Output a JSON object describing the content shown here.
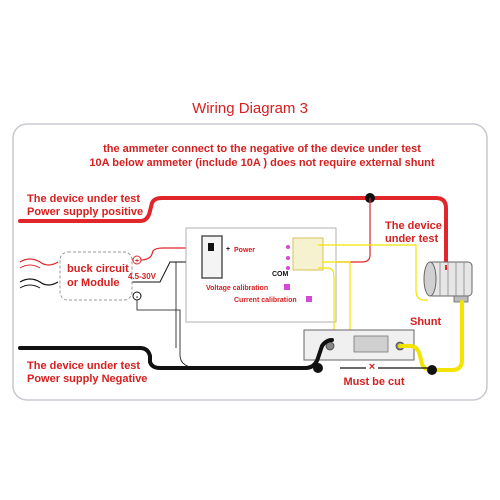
{
  "title": "Wiring Diagram 3",
  "notes": {
    "line1": "the ammeter connect to the negative of the device under test",
    "line2": "10A below ammeter (include 10A ) does not require external shunt"
  },
  "labels": {
    "supply_positive_1": "The device under test",
    "supply_positive_2": "Power supply positive",
    "supply_negative_1": "The device under test",
    "supply_negative_2": "Power supply Negative",
    "device_1": "The device",
    "device_2": "under test",
    "buck_1": "buck circuit",
    "buck_2": "or Module",
    "voltage_range": "4.5-30V",
    "plus_sign": "+",
    "minus_sign": "-",
    "shunt": "Shunt",
    "must_cut": "Must be cut",
    "cross_mark": "×"
  },
  "meter": {
    "power_label": "Power",
    "com_label": "COM",
    "voltage_cal": "Voltage calibration",
    "current_cal": "Current calibration",
    "plus": "+"
  },
  "colors": {
    "red_wire": "#e0262b",
    "black_wire": "#111111",
    "yellow_wire": "#f2e400",
    "text_red": "#d62020",
    "frame": "#c8c8d0"
  }
}
